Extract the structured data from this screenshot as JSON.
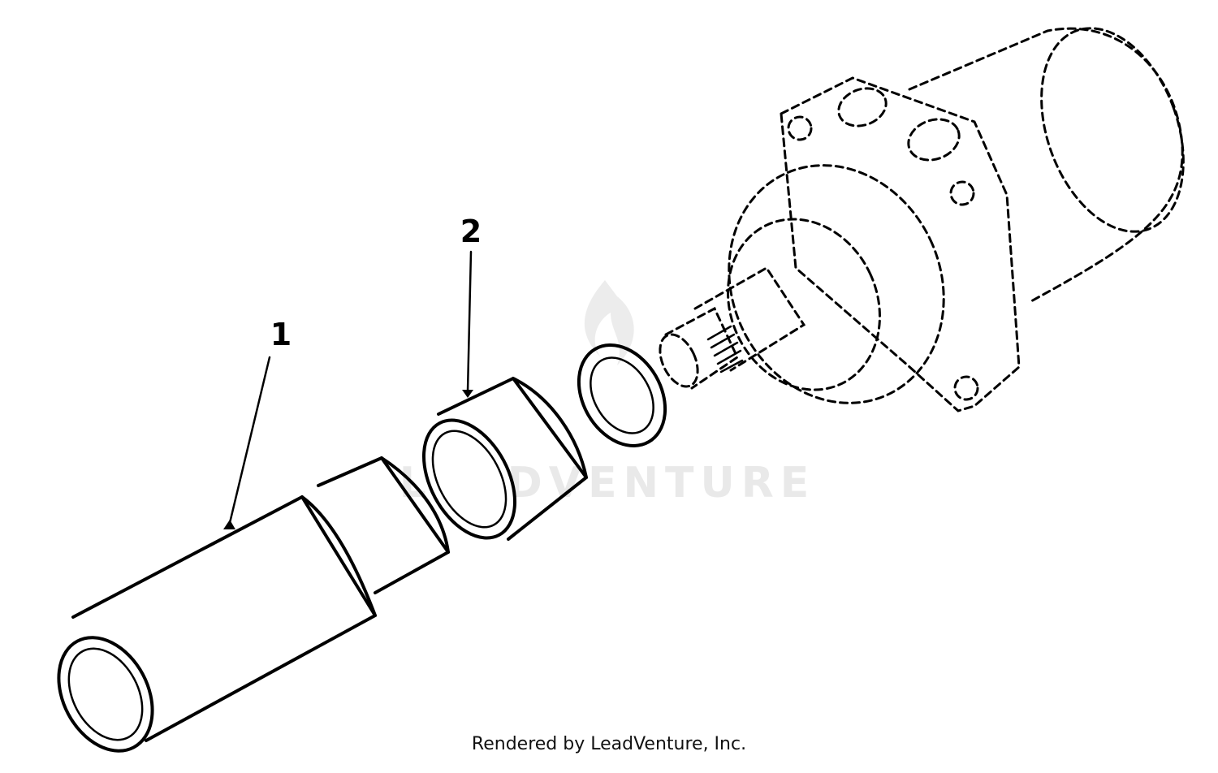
{
  "callouts": [
    {
      "number": "1"
    },
    {
      "number": "2"
    }
  ],
  "watermark": {
    "text": "LEADVENTURE"
  },
  "credit": {
    "text": "Rendered by LeadVenture, Inc."
  },
  "colors": {
    "ink": "#000000",
    "background": "#ffffff",
    "watermark": "#e9e9e9"
  }
}
